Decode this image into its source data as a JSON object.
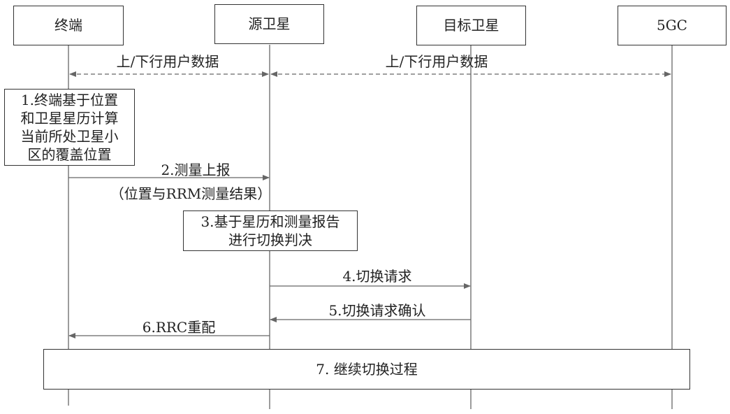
{
  "participants": {
    "terminal": "终端",
    "source_satellite": "源卫星",
    "target_satellite": "目标卫星",
    "core": "5GC"
  },
  "data_flows": [
    {
      "label": "上/下行用户数据",
      "from": "终端",
      "to": "源卫星"
    },
    {
      "label": "上/下行用户数据",
      "from": "源卫星",
      "to": "5GC"
    }
  ],
  "steps": {
    "step1": "1.终端基于位置\n和卫星星历计算\n当前所处卫星小\n区的覆盖位置",
    "step2_label": "2.测量上报",
    "step2_sublabel": "（位置与RRM测量结果）",
    "step3": "3.基于星历和测量报告\n进行切换判决",
    "step4_label": "4.切换请求",
    "step5_label": "5.切换请求确认",
    "step6_label": "6.RRC重配",
    "step7": "7. 继续切换过程"
  },
  "colors": {
    "line": "#666666",
    "border": "#333333",
    "text": "#222222"
  }
}
